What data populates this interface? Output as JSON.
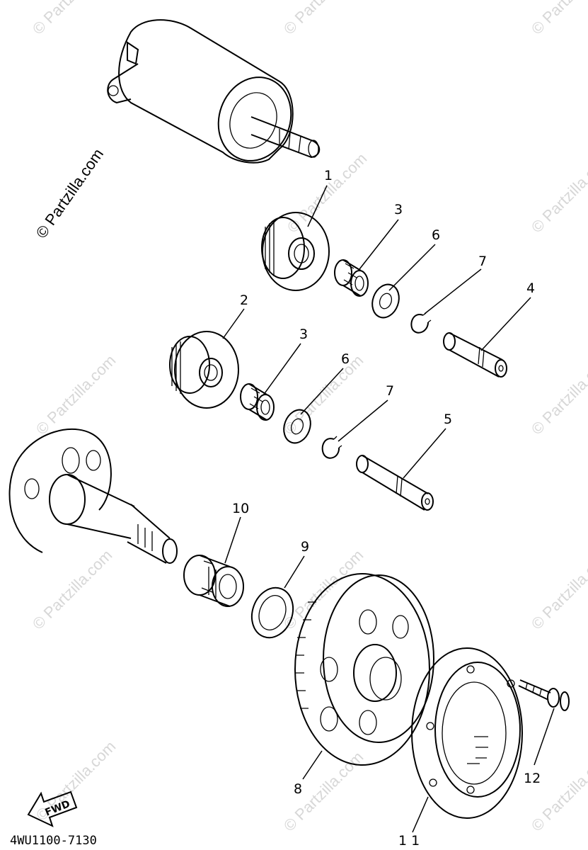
{
  "diagram": {
    "watermark_main": "© Partzilla.com",
    "watermark_faint": "© Partzilla.com",
    "diagram_code": "4WU1100-7130",
    "fwd_label": "FWD",
    "callouts": {
      "c1": "1",
      "c2": "2",
      "c3a": "3",
      "c3b": "3",
      "c4": "4",
      "c5": "5",
      "c6a": "6",
      "c6b": "6",
      "c7a": "7",
      "c7b": "7",
      "c8": "8",
      "c9": "9",
      "c10": "10",
      "c11": "1 1",
      "c12": "12"
    }
  }
}
